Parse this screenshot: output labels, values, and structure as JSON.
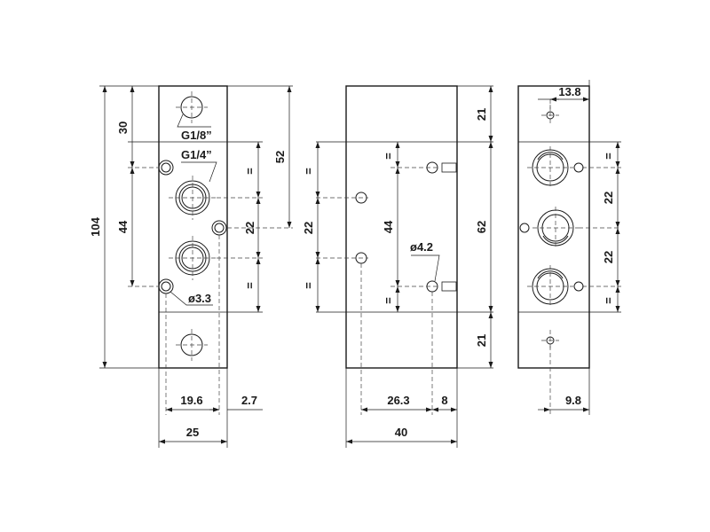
{
  "drawing": {
    "dimensions": {
      "total_height": "104",
      "top_section": "30",
      "port_spacing_left": "44",
      "center_offset": "52",
      "pitch_left": "22",
      "eq_left_top": "=",
      "eq_left_bottom": "=",
      "thread_top": "G1/8”",
      "thread_main": "G1/4”",
      "hole_small": "ø3.3",
      "width_inner": "19.6",
      "width_edge": "2.7",
      "width_total_left": "25",
      "pitch_mid": "22",
      "eq_mid_top": "=",
      "eq_mid_bottom": "=",
      "port_spacing_mid": "44",
      "eq_mid2_top": "=",
      "eq_mid2_bottom": "=",
      "hole_mid": "ø4.2",
      "body_length": "62",
      "end_top": "21",
      "end_bottom": "21",
      "offset_mid": "26.3",
      "edge_mid": "8",
      "width_total_mid": "40",
      "offset_top_right": "13.8",
      "pitch_right_top": "22",
      "pitch_right_bottom": "22",
      "eq_right_top": "=",
      "eq_right_bottom": "=",
      "offset_bottom_right": "9.8"
    }
  }
}
